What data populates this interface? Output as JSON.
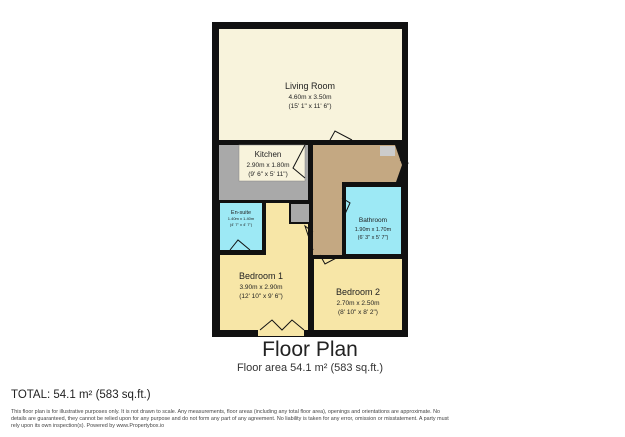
{
  "rooms": {
    "living": {
      "name": "Living Room",
      "metric": "4.60m x 3.50m",
      "imperial": "(15' 1\" x 11' 6\")"
    },
    "kitchen": {
      "name": "Kitchen",
      "metric": "2.90m x 1.80m",
      "imperial": "(9' 6\" x 5' 11\")"
    },
    "ensuite": {
      "name": "En-suite",
      "metric": "1.40m x 1.40m",
      "imperial": "(4' 7\" x 4' 7\")"
    },
    "bathroom": {
      "name": "Bathroom",
      "metric": "1.90m x 1.70m",
      "imperial": "(6' 3\" x 5' 7\")"
    },
    "bedroom1": {
      "name": "Bedroom 1",
      "metric": "3.90m x 2.90m",
      "imperial": "(12' 10\" x 9' 6\")"
    },
    "bedroom2": {
      "name": "Bedroom 2",
      "metric": "2.70m x 2.50m",
      "imperial": "(8' 10\" x 8' 2\")"
    }
  },
  "colors": {
    "wall": "#111111",
    "living": "#f8f3dc",
    "bedroom": "#f7e6a7",
    "wet": "#9de9f5",
    "hall": "#c4a882",
    "grey": "#a9a9a9"
  },
  "footer": {
    "title": "Floor Plan",
    "area": "Floor area 54.1 m² (583 sq.ft.)",
    "total": "TOTAL: 54.1 m² (583 sq.ft.)",
    "disclaimer": "This floor plan is for illustrative purposes only. It is not drawn to scale. Any measurements, floor areas (including any total floor area), openings and orientations are approximate. No details are guaranteed, they cannot be relied upon for any purpose and do not form any part of any agreement. No liability is taken for any error, omission or misstatement. A party must rely upon its own inspection(s). Powered by www.Propertybox.io"
  }
}
